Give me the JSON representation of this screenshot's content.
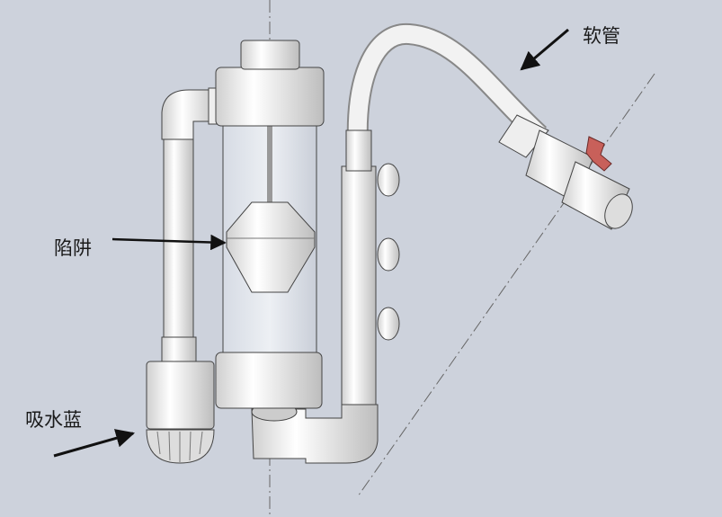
{
  "labels": {
    "hose": "软管",
    "trap": "陷阱",
    "intake_basket": "吸水蓝"
  },
  "colors": {
    "background": "#cdd2dc",
    "part": "#f4f4f4",
    "valve_handle": "#c8605a"
  }
}
